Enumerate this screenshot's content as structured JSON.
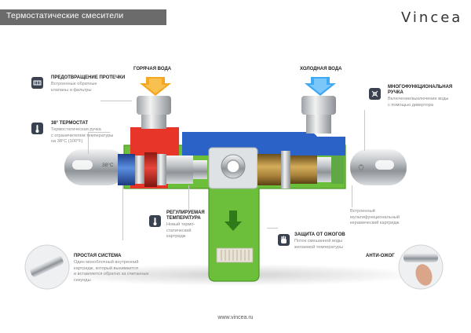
{
  "header": {
    "title": "Термостатические смесители",
    "brand": "Vincea"
  },
  "flow_labels": {
    "hot": "ГОРЯЧАЯ ВОДА",
    "cold": "ХОЛОДНАЯ ВОДА"
  },
  "features": {
    "leak_prevention": {
      "title": "ПРЕДОТВРАЩЕНИЕ ПРОТЕЧКИ",
      "desc": [
        "Встроенные обратные",
        "клапаны и фильтры"
      ],
      "icon": "check-valve-icon"
    },
    "thermostat": {
      "title": "38° ТЕРМОСТАТ",
      "desc": [
        "Термостатическая ручка",
        "с ограничителем температуры",
        "на 38°С (100°F)"
      ],
      "icon": "thermometer-icon"
    },
    "temp_control": {
      "title": "РЕГУЛИРУЕМАЯ",
      "title2": "ТЕМПЕРАТУРА",
      "desc": [
        "Новый термо-",
        "статический",
        "картридж"
      ],
      "icon": "thermometer-icon"
    },
    "simple_system": {
      "title": "ПРОСТАЯ СИСТЕМА",
      "desc": [
        "Один моноблочный внутренний",
        "картридж, который вынимается",
        "и вставляется обратно за считанные",
        "секунды"
      ]
    },
    "multi_handle": {
      "title": "МНОГОФУНКЦИОНАЛЬНАЯ",
      "title2": "РУЧКА",
      "desc": [
        "Включение/выключение воды",
        "с помощью дивертора"
      ],
      "icon": "diverter-icon"
    },
    "ceramic_cartridge": {
      "desc": [
        "Встроенный",
        "мультифункциональный",
        "керамический картридж"
      ]
    },
    "burn_protection": {
      "title": "ЗАЩИТА ОТ ОЖОГОВ",
      "desc": [
        "Поток смешанной воды",
        "желаемой температуры"
      ],
      "icon": "hand-icon"
    },
    "anti_burn": {
      "title": "АНТИ-ОЖОГ"
    }
  },
  "handle_marking": "38°C",
  "website": "www.vincea.ru",
  "colors": {
    "hot": "#e8352a",
    "cold": "#2a62c8",
    "mixed": "#6cbf3a",
    "accent_orange": "#f5a623",
    "accent_blue": "#3fa9f5",
    "header_bg": "#6b6b6b"
  }
}
